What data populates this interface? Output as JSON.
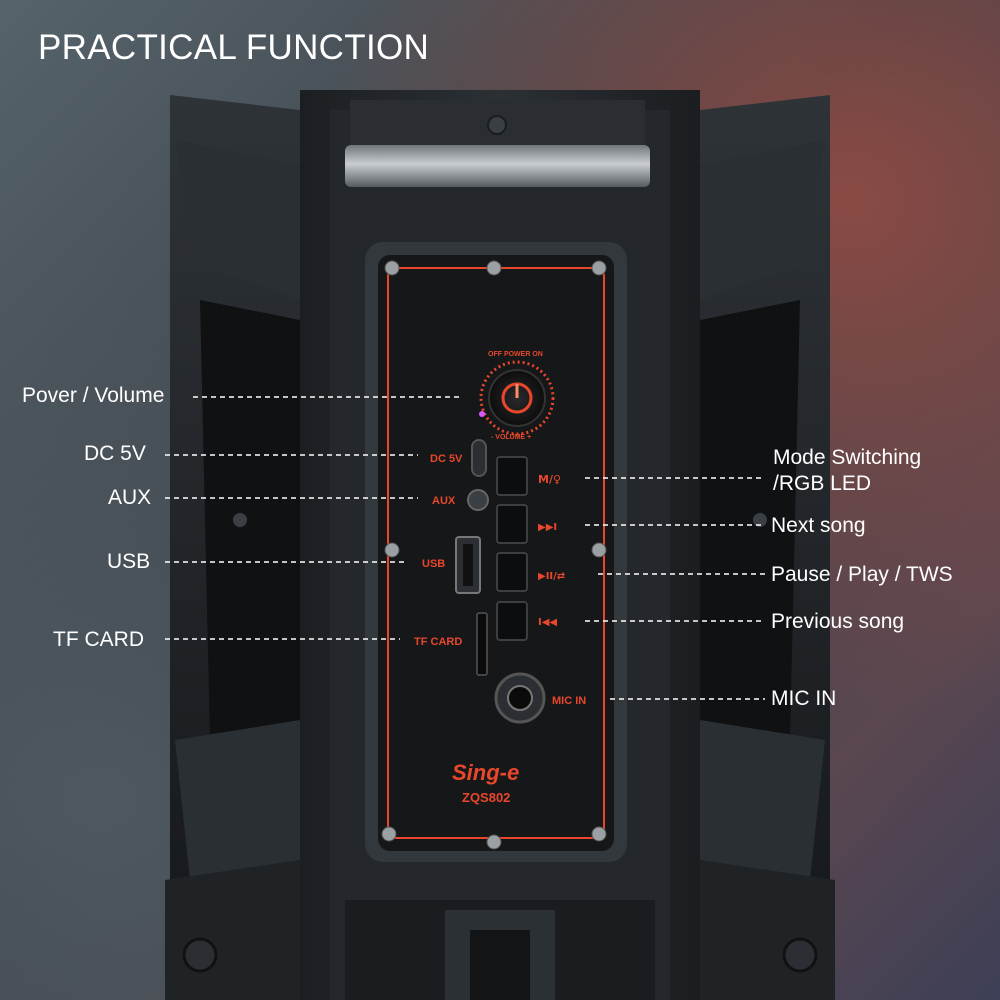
{
  "title": "PRACTICAL FUNCTION",
  "callouts_left": {
    "power_volume": "Pover / Volume",
    "dc5v": "DC 5V",
    "aux": "AUX",
    "usb": "USB",
    "tf_card": "TF CARD"
  },
  "callouts_right": {
    "mode_line1": "Mode Switching",
    "mode_line2": "/RGB LED",
    "next": "Next song",
    "pause_play": "Pause / Play / TWS",
    "previous": "Previous song",
    "mic_in": "MIC IN"
  },
  "panel": {
    "power_top": "OFF POWER ON",
    "volume": "- VOLUME +",
    "dc5v": "DC 5V",
    "aux": "AUX",
    "usb": "USB",
    "tf_card": "TF CARD",
    "mic_in": "MIC IN",
    "mode_btn": "M/♀",
    "next_btn": "▶▶I",
    "play_btn": "▶II/⇄",
    "prev_btn": "I◀◀",
    "brand": "Sing-e",
    "model": "ZQS802"
  },
  "colors": {
    "accent": "#e8472b",
    "panel_bg": "#161719",
    "text": "#ffffff"
  }
}
